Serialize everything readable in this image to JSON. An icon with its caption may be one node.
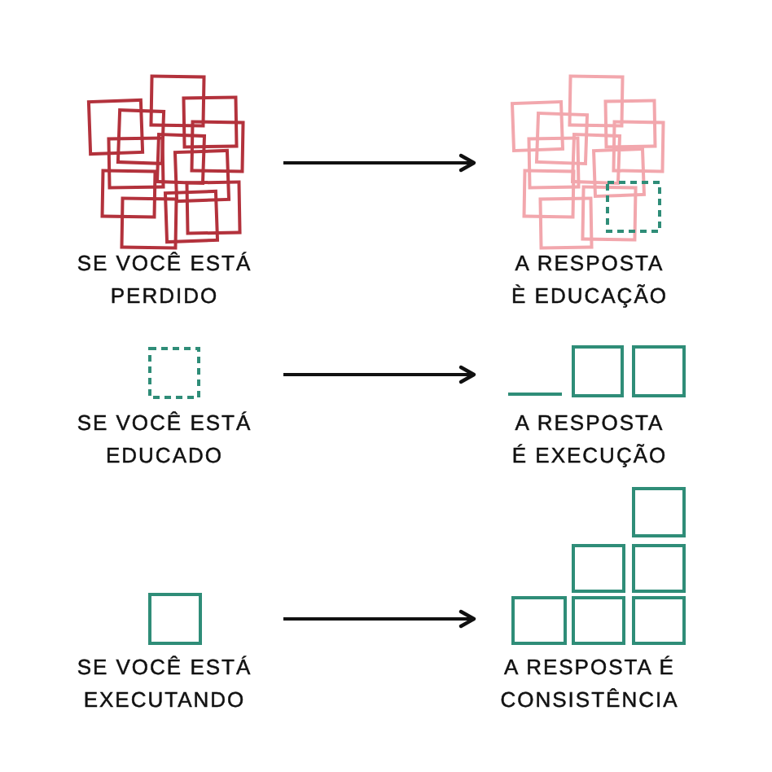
{
  "diagram": {
    "nodes": [
      {
        "text": [
          "SE VOCÊ ESTÁ PERDIDO"
        ]
      },
      {
        "text": [
          "A RESPOSTA È EDUCAÇÃO"
        ]
      },
      {
        "text": [
          "SE VOCÊ ESTÁ EDUCADO"
        ]
      },
      {
        "text": [
          "A RESPOSTA É EXECUÇÃO"
        ]
      },
      {
        "text": [
          "SE VOCÊ ESTÁ EXECUTANDO"
        ]
      },
      {
        "text": [
          "A RESPOSTA É CONSISTÊNCIA"
        ]
      }
    ],
    "edges": [
      {
        "from": 0,
        "to": 1,
        "arrow": "to"
      },
      {
        "from": 2,
        "to": 3,
        "arrow": "to"
      },
      {
        "from": 4,
        "to": 5,
        "arrow": "to"
      }
    ]
  }
}
